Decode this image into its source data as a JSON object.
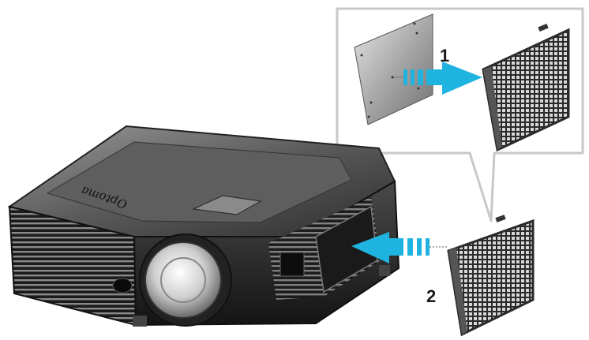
{
  "brand": "Optoma",
  "steps": [
    {
      "label": "1"
    },
    {
      "label": "2"
    }
  ],
  "colors": {
    "arrow": "#1fb3e0",
    "callout_border": "#c8c8c8",
    "projector_body": "#2b2b2b",
    "projector_top": "#6b6b6b",
    "filter": "#3a3a3a",
    "plate": "#9a9a9a"
  },
  "icons": {
    "arrow_step1": "right-arrow-icon",
    "arrow_step2": "left-arrow-icon"
  }
}
